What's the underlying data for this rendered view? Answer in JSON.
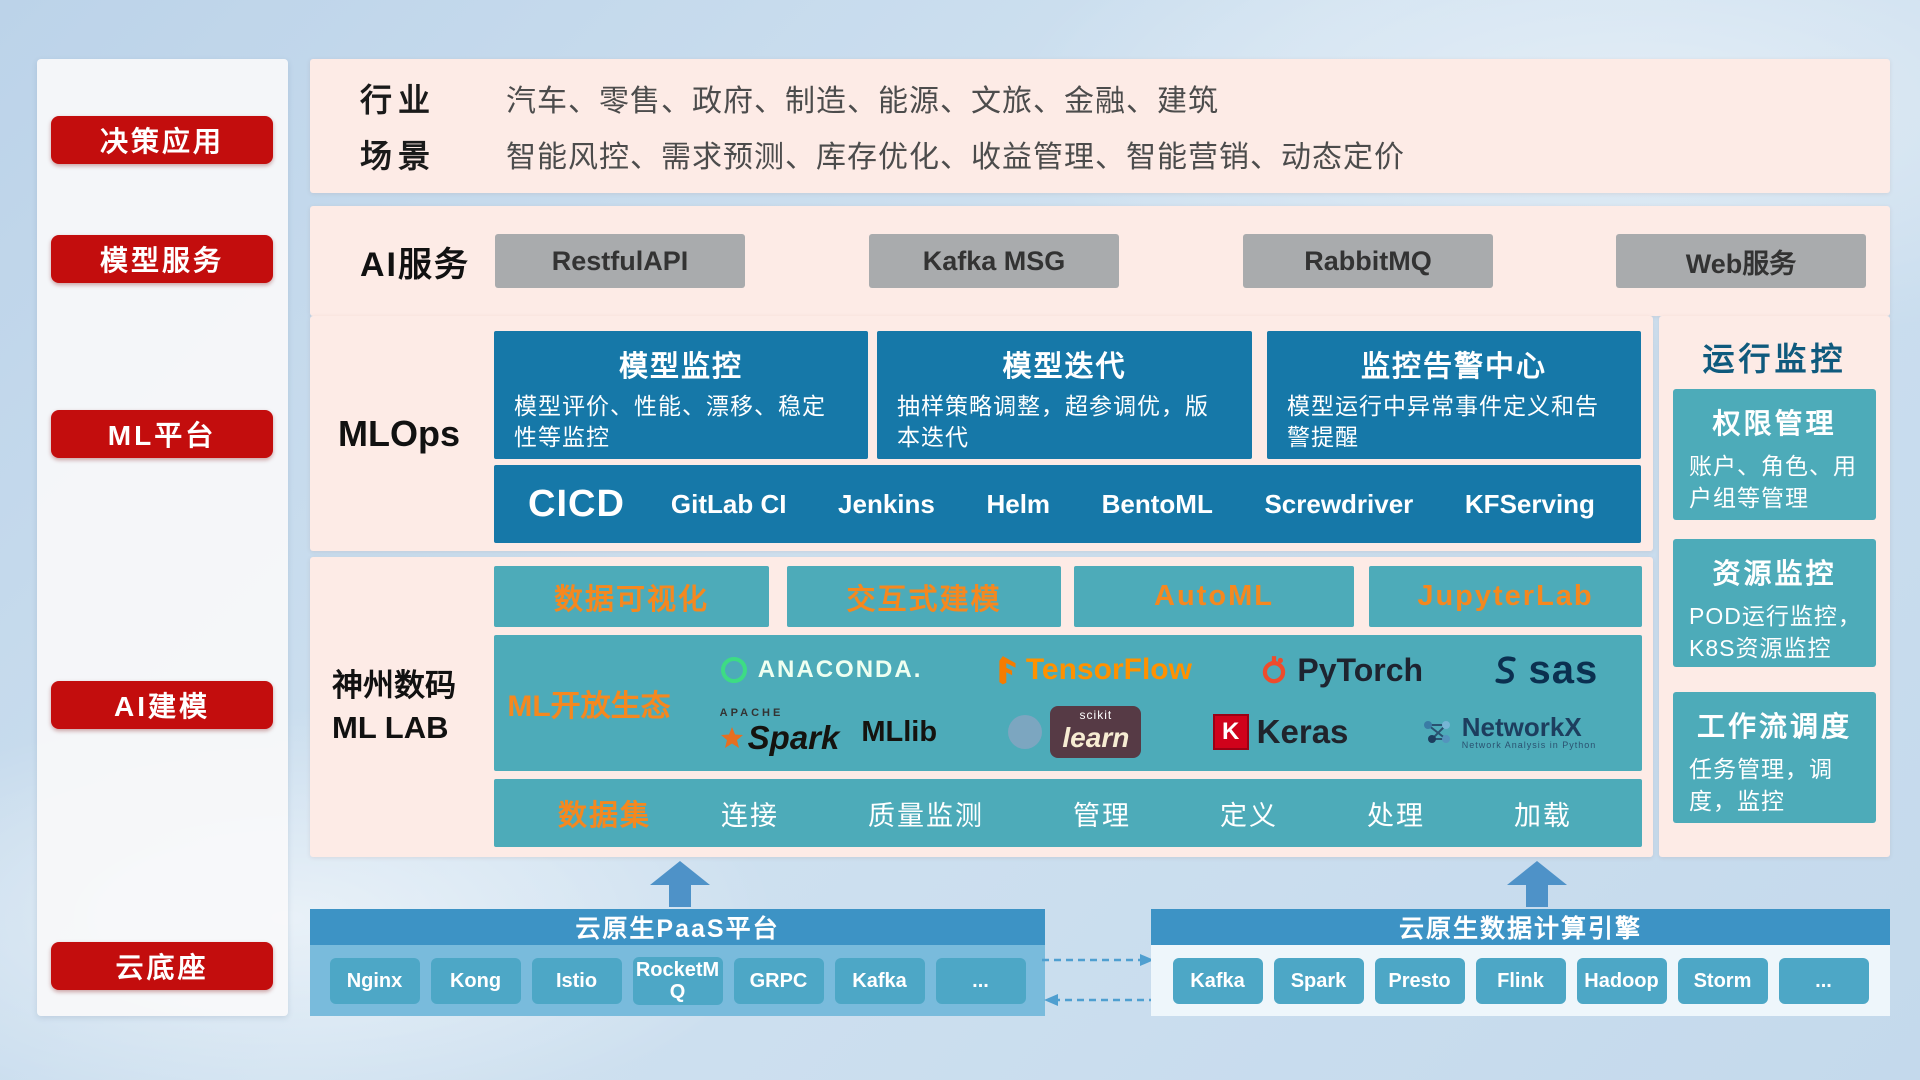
{
  "sidebar": {
    "items": [
      {
        "label": "决策应用"
      },
      {
        "label": "模型服务"
      },
      {
        "label": "ML平台"
      },
      {
        "label": "AI建模"
      },
      {
        "label": "云底座"
      }
    ]
  },
  "industry": {
    "rows": [
      {
        "label": "行业",
        "value": "汽车、零售、政府、制造、能源、文旅、金融、建筑"
      },
      {
        "label": "场景",
        "value": "智能风控、需求预测、库存优化、收益管理、智能营销、动态定价"
      }
    ]
  },
  "ai_services": {
    "label": "AI服务",
    "items": [
      {
        "label": "RestfulAPI"
      },
      {
        "label": "Kafka MSG"
      },
      {
        "label": "RabbitMQ"
      },
      {
        "label": "Web服务"
      }
    ]
  },
  "mlops": {
    "label": "MLOps",
    "cards": [
      {
        "title": "模型监控",
        "desc": "模型评价、性能、漂移、稳定性等监控"
      },
      {
        "title": "模型迭代",
        "desc": "抽样策略调整，超参调优，版本迭代"
      },
      {
        "title": "监控告警中心",
        "desc": "模型运行中异常事件定义和告警提醒"
      }
    ],
    "cicd": {
      "label": "CICD",
      "tools": [
        {
          "label": "GitLab CI"
        },
        {
          "label": "Jenkins"
        },
        {
          "label": "Helm"
        },
        {
          "label": "BentoML"
        },
        {
          "label": "Screwdriver"
        },
        {
          "label": "KFServing"
        }
      ]
    }
  },
  "mllab": {
    "label_line1": "神州数码",
    "label_line2": "ML LAB",
    "feature_boxes": [
      {
        "label": "数据可视化"
      },
      {
        "label": "交互式建模"
      },
      {
        "label": "AutoML"
      },
      {
        "label": "JupyterLab"
      }
    ],
    "ecosystem": {
      "label": "ML开放生态",
      "logos": {
        "anaconda": {
          "label": "ANACONDA."
        },
        "tensorflow": {
          "label": "TensorFlow"
        },
        "pytorch": {
          "label": "PyTorch"
        },
        "sas": {
          "label": "sas"
        },
        "spark": {
          "sub": "APACHE",
          "label": "Spark"
        },
        "mllib": {
          "label": "MLlib"
        },
        "scikit": {
          "sub": "scikit",
          "label": "learn"
        },
        "keras": {
          "icon_letter": "K",
          "label": "Keras"
        },
        "networkx": {
          "label": "NetworkX",
          "sub": "Network Analysis in Python"
        }
      }
    },
    "dataset": {
      "label": "数据集",
      "items": [
        {
          "label": "连接"
        },
        {
          "label": "质量监测"
        },
        {
          "label": "管理"
        },
        {
          "label": "定义"
        },
        {
          "label": "处理"
        },
        {
          "label": "加载"
        }
      ]
    }
  },
  "monitoring": {
    "title": "运行监控",
    "cards": [
      {
        "title": "权限管理",
        "desc": "账户、角色、用户组等管理"
      },
      {
        "title": "资源监控",
        "desc": "POD运行监控，K8S资源监控"
      },
      {
        "title": "工作流调度",
        "desc": "任务管理，调度，监控"
      }
    ]
  },
  "cloud": {
    "paas": {
      "title": "云原生PaaS平台",
      "tools": [
        {
          "label": "Nginx"
        },
        {
          "label": "Kong"
        },
        {
          "label": "Istio"
        },
        {
          "label": "RocketMQ"
        },
        {
          "label": "GRPC"
        },
        {
          "label": "Kafka"
        },
        {
          "label": "..."
        }
      ]
    },
    "engine": {
      "title": "云原生数据计算引擎",
      "tools": [
        {
          "label": "Kafka"
        },
        {
          "label": "Spark"
        },
        {
          "label": "Presto"
        },
        {
          "label": "Flink"
        },
        {
          "label": "Hadoop"
        },
        {
          "label": "Storm"
        },
        {
          "label": "..."
        }
      ]
    }
  },
  "colors": {
    "accent_red": "#c30d0d",
    "panel_pink": "#fdebe6",
    "blue_card": "#1678a8",
    "teal_box": "#4dabb9",
    "orange_text": "#f5881f",
    "bar_blue": "#3d93c5"
  }
}
